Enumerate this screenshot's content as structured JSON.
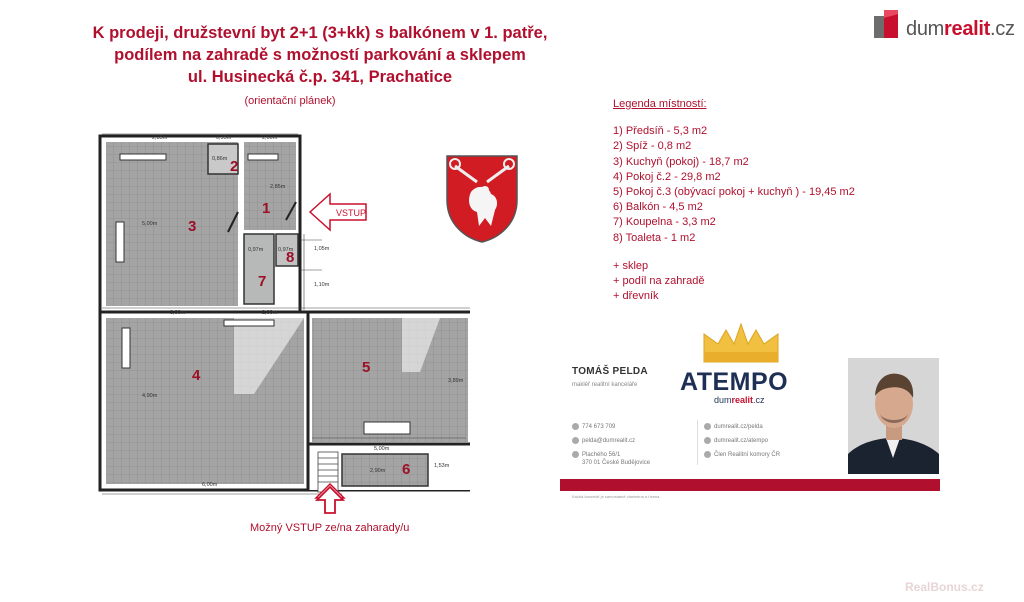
{
  "header": {
    "title_line1": "K prodeji, družstevní byt 2+1 (3+kk) s balkónem v 1. patře,",
    "title_line2": "podílem na zahradě s možností parkování a sklepem",
    "title_line3": "ul. Husinecká č.p. 341, Prachatice",
    "subtitle": "(orientační plánek)"
  },
  "logo": {
    "part1": "dum",
    "part2": "realit",
    "part3": ".cz"
  },
  "legend": {
    "title": "Legenda místností:",
    "rooms": [
      "1) Předsíň - 5,3 m2",
      "2)  Spíž - 0,8 m2",
      "3) Kuchyň (pokoj) - 18,7 m2",
      "4) Pokoj č.2 - 29,8 m2",
      "5) Pokoj č.3 (obývací pokoj + kuchyň ) - 19,45 m2",
      "6) Balkón - 4,5 m2",
      "7) Koupelna - 3,3 m2",
      "8) Toaleta - 1 m2"
    ],
    "extras": [
      "+ sklep",
      "+ podíl na zahradě",
      "+ dřevník"
    ]
  },
  "plan": {
    "entry_main": "VSTUP",
    "entry_garden": "Možný VSTUP ze/na zaharady/u",
    "room_numbers": [
      "1",
      "2",
      "3",
      "4",
      "5",
      "6",
      "7",
      "8"
    ],
    "dims": {
      "d1": "2,85m",
      "d2": "0,95m",
      "d3": "2,00m",
      "d4": "0,86m",
      "d5": "2,85m",
      "d6": "5,00m",
      "d7": "0,97m",
      "d8": "0,97m",
      "d9": "1,05m",
      "d10": "1,10m",
      "d11": "3,90m",
      "d12": "2,00m",
      "d13": "4,90m",
      "d14": "3,89m",
      "d15": "5,00m",
      "d16": "2,90m",
      "d17": "1,53m",
      "d18": "6,00m"
    }
  },
  "agent": {
    "name": "TOMÁŠ PELDA",
    "role": "makléř realitní kanceláře",
    "phone": "774 673 709",
    "email": "pelda@dumrealit.cz",
    "address1": "Plachého 56/1",
    "address2": "370 01 České Budějovice",
    "web1": "dumrealit.cz/pelda",
    "web2": "dumrealit.cz/atempo",
    "member": "Člen Realitní komory ČR"
  },
  "brand": {
    "atempo": "ATEMPO",
    "sub1": "dum",
    "sub2": "realit",
    "sub3": ".cz"
  },
  "footer": {
    "disclaimer": "Každá kancelář je samostatně vlastněna a řízena."
  },
  "watermark": {
    "part1": "Real",
    "part2": "Bonus",
    "part3": ".cz"
  },
  "colors": {
    "accent": "#b0102e",
    "navy": "#1e2f55",
    "gold": "#f2c040"
  }
}
